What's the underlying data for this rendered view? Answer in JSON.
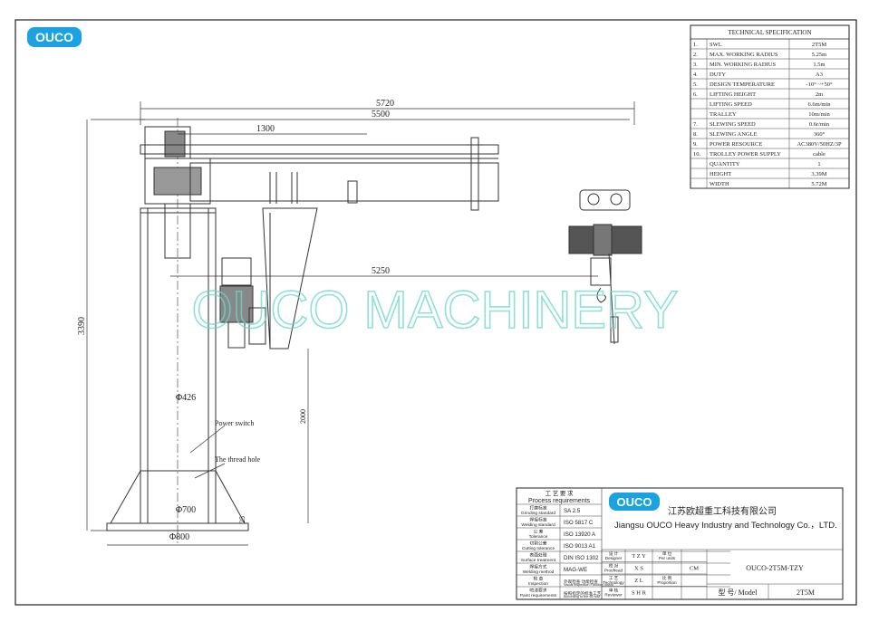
{
  "logo": {
    "text": "OUCO"
  },
  "watermark": {
    "text": "OUCO MACHINERY"
  },
  "dimensions": {
    "total_length": "5720",
    "boom_length": "5500",
    "trolley_offset": "1300",
    "hook_reach": "5250",
    "total_height": "3390",
    "lift_height": "2000",
    "column_diameter": "Φ426",
    "base_inner": "Φ700",
    "base_outer": "Φ800",
    "base_plate": "25"
  },
  "labels": {
    "power_switch": "Power switch",
    "thread_hole": "The thread hole"
  },
  "spec": {
    "title": "TECHNICAL SPECIFICATION",
    "rows": [
      {
        "no": "1.",
        "item": "SWL",
        "value": "2T5M"
      },
      {
        "no": "2.",
        "item": "MAX. WORKING RADIUS",
        "value": "5.25m"
      },
      {
        "no": "3.",
        "item": "MIN. WORKING RADIUS",
        "value": "1.5m"
      },
      {
        "no": "4.",
        "item": "DUTY",
        "value": "A3"
      },
      {
        "no": "5.",
        "item": "DESIGN TEMPERATURE",
        "value": "-10° ~+50°"
      },
      {
        "no": "6.",
        "item": "LIFTING HEIGHT",
        "value": "2m"
      },
      {
        "no": "",
        "item": "LIFTING SPEED",
        "value": "6.6m/min"
      },
      {
        "no": "",
        "item": "TRALLEY",
        "value": "10m/min"
      },
      {
        "no": "7.",
        "item": "SLEWING SPEED",
        "value": "0.6r/min"
      },
      {
        "no": "8.",
        "item": "SLEWING ANGLE",
        "value": "360°"
      },
      {
        "no": "9.",
        "item": "POWER RESOURCE",
        "value": "AC380V/50HZ/3P"
      },
      {
        "no": "10.",
        "item": "TROLLEY POWER SUPPLY",
        "value": "cable"
      },
      {
        "no": "",
        "item": "QUANTITY",
        "value": "1"
      },
      {
        "no": "",
        "item": "HEIGHT",
        "value": "3.39M"
      },
      {
        "no": "",
        "item": "WIDTH",
        "value": "5.72M"
      }
    ]
  },
  "process": {
    "title_cn": "工 艺 要 求",
    "title_en": "Process requirements",
    "rows": [
      {
        "cn": "打磨标准",
        "en": "Grinding standard",
        "value": "SA  2.5"
      },
      {
        "cn": "焊接标准",
        "en": "Welding standard",
        "value": "ISO  5817  C"
      },
      {
        "cn": "公  差",
        "en": "Tolerance",
        "value": "ISO  13920  A"
      },
      {
        "cn": "切割公差",
        "en": "Cutting tolerance",
        "value": "ISO  9013  A1"
      },
      {
        "cn": "表面处理",
        "en": "Surface treatment",
        "value": "DIN  ISO  1302"
      },
      {
        "cn": "焊接方式",
        "en": "Welding method",
        "value": "MAG-WE"
      },
      {
        "cn": "检  查",
        "en": "Inspection",
        "value": "外观检查 功能检查"
      },
      {
        "cn": "喷漆要求",
        "en": "Paint requirements",
        "value": "按照指定的标准工艺"
      }
    ],
    "row7_en_value": "Visual inspection Function check",
    "row8_en_value": "According to the 60 MM"
  },
  "company": {
    "logo": "OUCO",
    "name_cn": "江苏欧超重工科技有限公司",
    "name_en": "Jiangsu OUCO Heavy Industry and Technology Co.，LTD."
  },
  "signoff": [
    {
      "cn": "设 计",
      "en": "Designer",
      "value": "T Z Y",
      "cn2": "单 位",
      "en2": "Per units",
      "value2": ""
    },
    {
      "cn": "校 对",
      "en": "Proofread",
      "value": "X  S",
      "cn2": "",
      "en2": "",
      "value2": "CM"
    },
    {
      "cn": "工 艺",
      "en": "Technology",
      "value": "Z  L",
      "cn2": "比 例",
      "en2": "Proportion",
      "value2": ""
    },
    {
      "cn": "审 核",
      "en": "Reviewer",
      "value": "S H R",
      "cn2": "",
      "en2": "",
      "value2": ""
    }
  ],
  "drawing_no": "OUCO-2T5M-TZY",
  "model": {
    "label": "型 号/ Model",
    "value": "2T5M"
  }
}
